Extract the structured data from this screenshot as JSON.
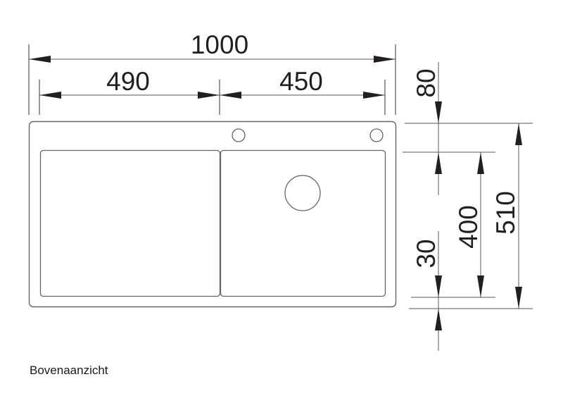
{
  "drawing": {
    "view_label": "Bovenaanzicht",
    "line_color": "#555555",
    "dim_color": "#231f20",
    "dimensions": {
      "overall_width": "1000",
      "left_section_width": "490",
      "right_bowl_width": "450",
      "top_deck_depth": "80",
      "bowl_depth": "400",
      "overall_depth": "510",
      "front_rim_depth": "30"
    },
    "features": {
      "tap_holes": 2,
      "drain": 1,
      "bowls": [
        "left drainer area",
        "right main bowl"
      ]
    }
  }
}
